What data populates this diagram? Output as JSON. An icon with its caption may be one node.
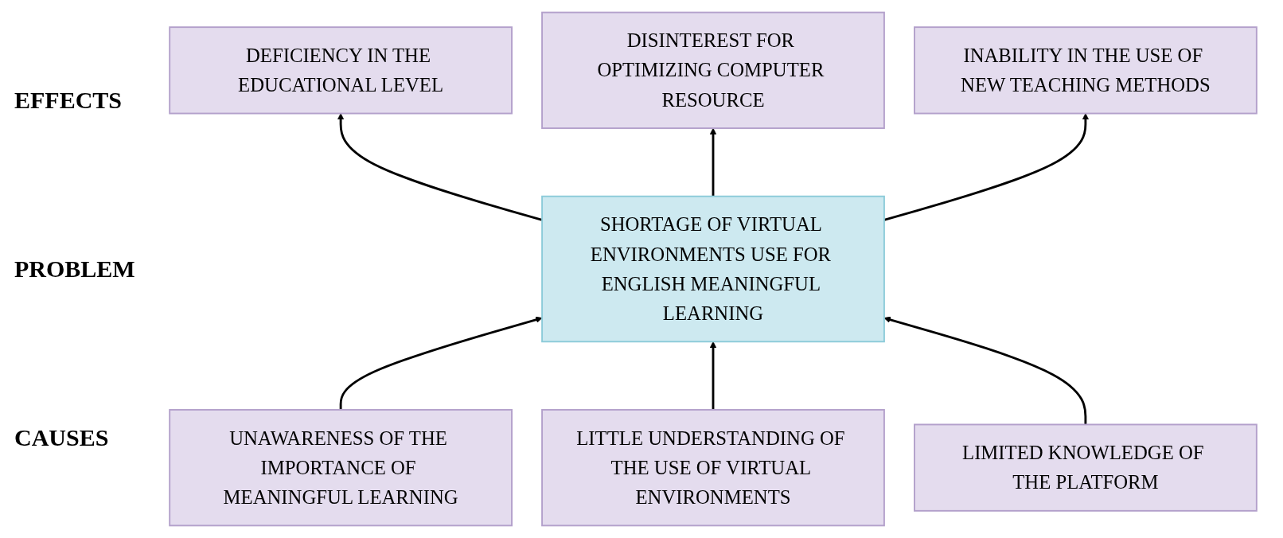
{
  "diagram": {
    "nodes": [
      {
        "text": [
          "DEFICIENCY IN THE EDUCATIONAL LEVEL"
        ]
      },
      {
        "text": [
          "DISINTEREST FOR OPTIMIZING COMPUTER RESOURCE"
        ]
      },
      {
        "text": [
          "INABILITY IN THE USE OF NEW TEACHING METHODS"
        ]
      },
      {
        "text": [
          "SHORTAGE OF VIRTUAL ENVIRONMENTS USE FOR ENGLISH MEANINGFUL LEARNING"
        ]
      },
      {
        "text": [
          "UNAWARENESS OF THE IMPORTANCE OF MEANINGFUL LEARNING"
        ]
      },
      {
        "text": [
          "LITTLE UNDERSTANDING OF THE USE OF VIRTUAL ENVIRONMENTS"
        ]
      },
      {
        "text": [
          "LIMITED KNOWLEDGE OF THE PLATFORM"
        ]
      }
    ],
    "edges": [
      {
        "from": 3,
        "to": 0,
        "arrow": "to"
      },
      {
        "from": 3,
        "to": 1,
        "arrow": "to"
      },
      {
        "from": 3,
        "to": 2,
        "arrow": "to"
      },
      {
        "from": 4,
        "to": 3,
        "arrow": "to"
      },
      {
        "from": 5,
        "to": 3,
        "arrow": "to"
      },
      {
        "from": 6,
        "to": 3,
        "arrow": "to"
      }
    ],
    "labels": [
      "EFFECTS",
      "PROBLEM",
      "CAUSES"
    ]
  }
}
